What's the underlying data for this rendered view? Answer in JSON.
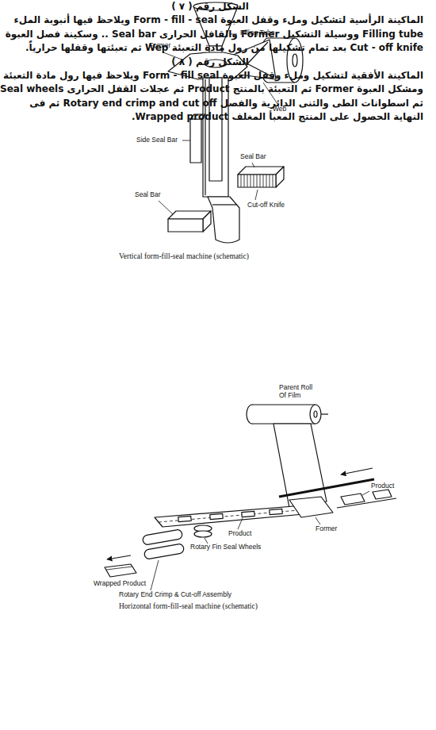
{
  "diagram": {
    "labels": [
      "Filling Tube",
      "Former",
      "Web",
      "Side Seal Bar",
      "Seal Bar",
      "Seal Bar",
      "Cut-off Knife",
      "Vertical form-fill-seal machine (schematic)",
      "الشكل رقم ( ٧ )",
      "الماكينة الرأسية لتشكيل وملء وقفل العبوة Form - fill - seal ويلاحظ فيها أنبوبة الملء Filling tube ووسيلة التشكيل Former والقافل الحرارى Seal bar .. وسكينة فصل العبوة Cut - off knife بعد تمام تشكيلها من رول مادة التعبئة Wep ثم تعبئتها وقفلها حرارياً.",
      "Parent Roll Of Film",
      "Product",
      "Former",
      "Product",
      "Rotary Fin Seal Wheels",
      "Wrapped Product",
      "Rotary End Crimp & Cut-off Assembly",
      "Horizontal form-fill-seal machine (schematic)",
      "الشكل رقم ( ٨ )",
      "الماكينة الأفقية لتشكيل وملء وقفل العبوة Form - fill seal ويلاحظ فيها رول مادة التعبئة ومشكل العبوة Former ثم التعبئة بالمنتج Product ثم عجلات القفل الحرارى Seal wheels ثم اسطوانات الطى والثنى الدائرية والفصل Rotary end crimp and cut off ثم فى النهاية الحصول على المنتج المعبأ المغلف Wrapped product."
    ]
  }
}
